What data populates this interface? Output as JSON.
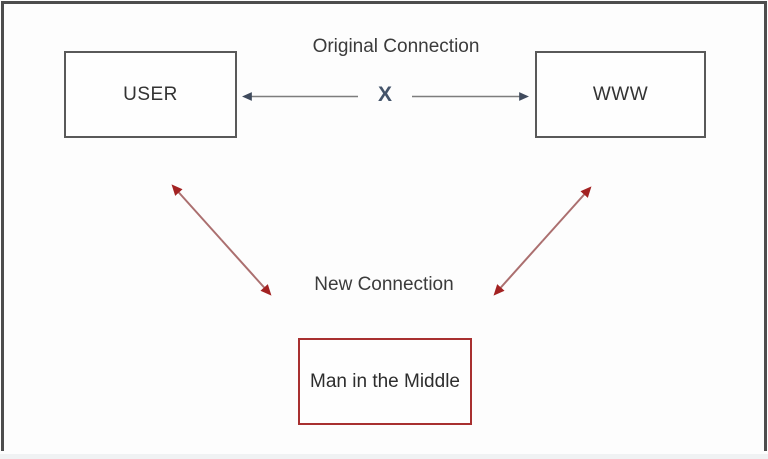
{
  "labels": {
    "original_connection": "Original Connection",
    "new_connection": "New Connection",
    "blocked_x": "X"
  },
  "nodes": {
    "user": "USER",
    "www": "WWW",
    "mitm": "Man in the Middle"
  },
  "colors": {
    "background": "#fdfdfd",
    "frame_border": "#4d4d4d",
    "node_border": "#595959",
    "mitm_border": "#a83030",
    "label_text": "#3b3b3b",
    "node_text": "#333333",
    "x_marker": "#44546a",
    "gray_line": "#7d7d7d",
    "gray_arrowhead": "#3f4a5c",
    "red_line": "#ab6f6f",
    "red_arrowhead": "#a32222"
  }
}
